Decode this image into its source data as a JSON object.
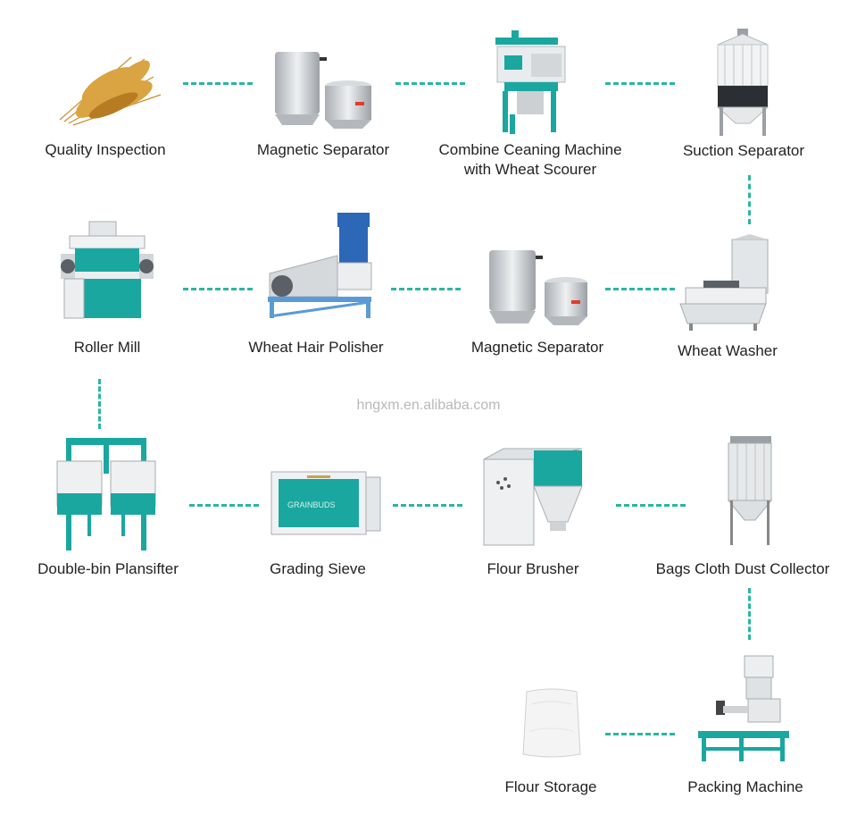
{
  "watermark": "hngxm.en.alibaba.com",
  "colors": {
    "accent": "#2bb5a3",
    "teal_machine": "#1aa7a0",
    "steel": "#c9ccd0",
    "wheat": "#d9a441"
  },
  "nodes": [
    {
      "id": "quality-inspection",
      "label": "Quality Inspection",
      "icon": "wheat-icon"
    },
    {
      "id": "magnetic-separator-1",
      "label": "Magnetic Separator",
      "icon": "magnetic-separator-icon"
    },
    {
      "id": "combine-cleaning",
      "label": "Combine Ceaning Machine\nwith Wheat Scourer",
      "icon": "combine-cleaning-machine-icon"
    },
    {
      "id": "suction-separator",
      "label": "Suction Separator",
      "icon": "suction-separator-icon"
    },
    {
      "id": "wheat-washer",
      "label": "Wheat Washer",
      "icon": "wheat-washer-icon"
    },
    {
      "id": "magnetic-separator-2",
      "label": "Magnetic Separator",
      "icon": "magnetic-separator-icon"
    },
    {
      "id": "wheat-hair-polisher",
      "label": "Wheat Hair Polisher",
      "icon": "hair-polisher-icon"
    },
    {
      "id": "roller-mill",
      "label": "Roller Mill",
      "icon": "roller-mill-icon"
    },
    {
      "id": "double-bin-plansifter",
      "label": "Double-bin Plansifter",
      "icon": "plansifter-icon"
    },
    {
      "id": "grading-sieve",
      "label": "Grading Sieve",
      "icon": "grading-sieve-icon"
    },
    {
      "id": "flour-brusher",
      "label": "Flour Brusher",
      "icon": "flour-brusher-icon"
    },
    {
      "id": "bags-cloth-dust-collector",
      "label": "Bags Cloth Dust Collector",
      "icon": "dust-collector-icon"
    },
    {
      "id": "packing-machine",
      "label": "Packing Machine",
      "icon": "packing-machine-icon"
    },
    {
      "id": "flour-storage",
      "label": "Flour Storage",
      "icon": "flour-bag-icon"
    }
  ],
  "machine_brand": "GRAINBUDS"
}
